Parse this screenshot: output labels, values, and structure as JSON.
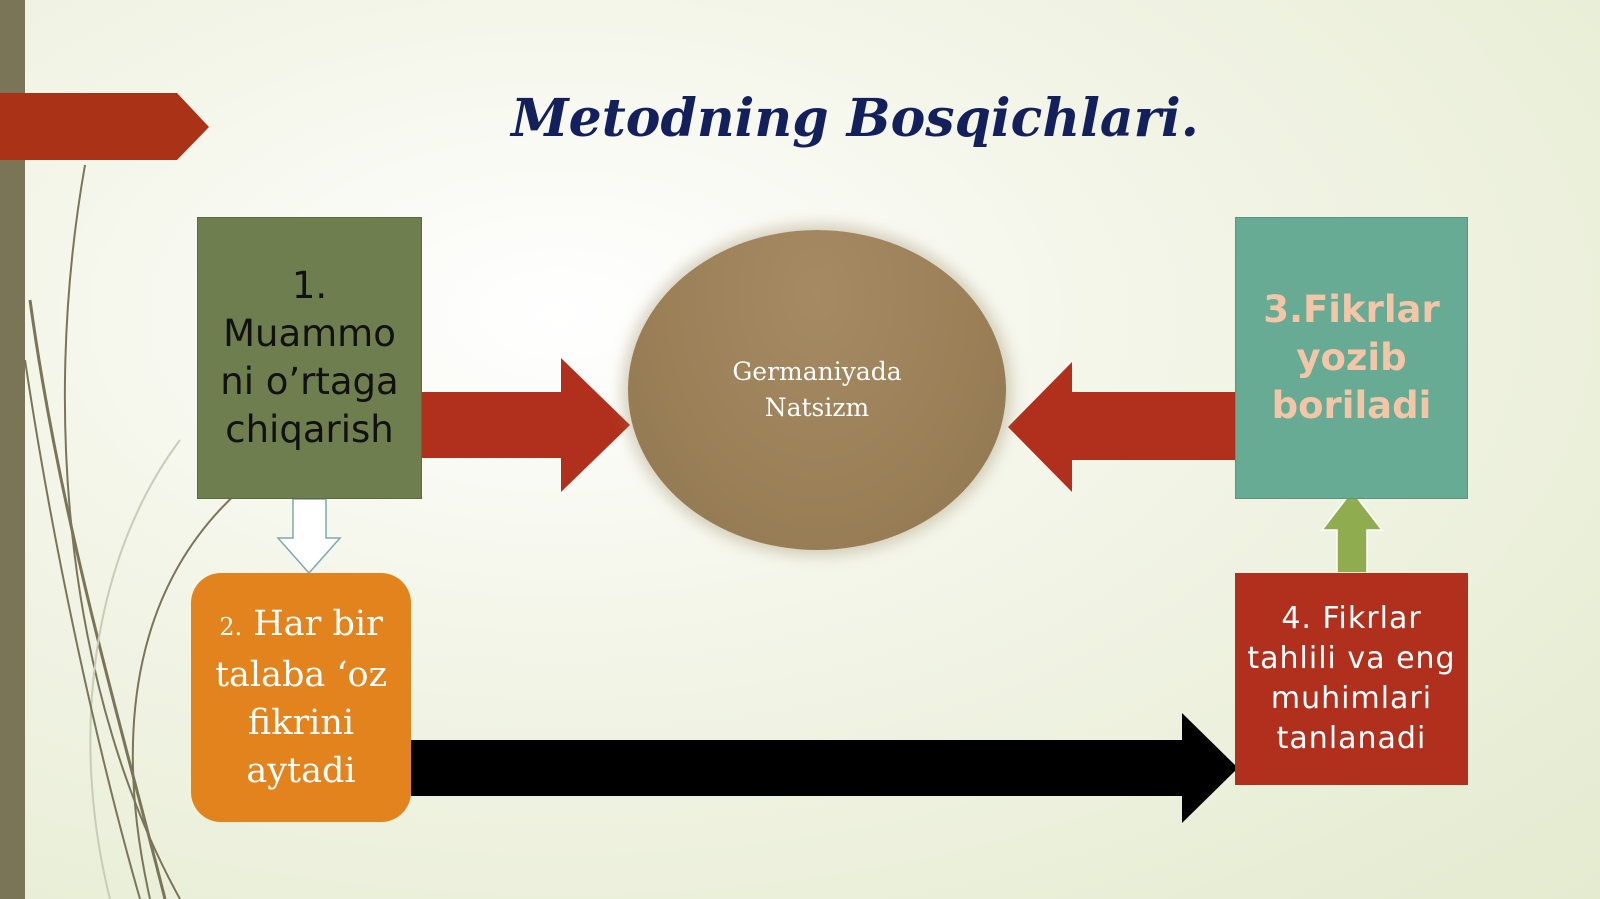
{
  "title": "Metodning Bosqichlari.",
  "steps": {
    "step1": {
      "label": "1. Muammoni o’rtaga chiqarish",
      "lines": [
        "1.",
        "Muammo",
        "ni o’rtaga",
        "chiqarish"
      ]
    },
    "step2": {
      "number": "2.",
      "lines": [
        "Har bir",
        "talaba ‘oz",
        "fikrini",
        "aytadi"
      ]
    },
    "step3": {
      "lines": [
        "3.Fikrlar",
        "yozib",
        "boriladi"
      ]
    },
    "step4": {
      "lines": [
        "4. Fikrlar",
        "tahlili va eng",
        "muhimlari",
        "tanlanadi"
      ]
    }
  },
  "center": {
    "lines": [
      "Germaniyada",
      "Natsizm"
    ]
  },
  "colors": {
    "title": "#13205c",
    "step1": "#6f7e4f",
    "step2": "#e3831d",
    "step3": "#68ab94",
    "step4": "#b1301d",
    "center": "#9a7f57",
    "red_arrow": "#b1301d",
    "black_arrow": "#000000",
    "green_arrow": "#8fad4e"
  }
}
